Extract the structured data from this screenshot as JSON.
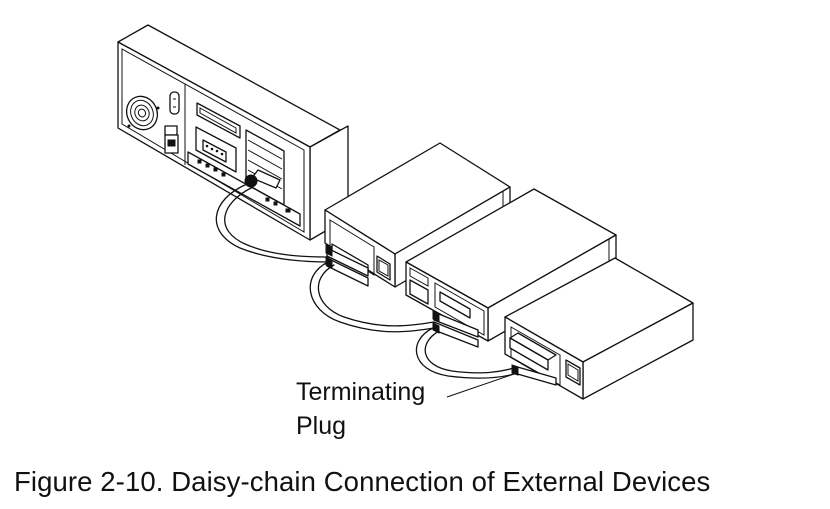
{
  "figure": {
    "caption": "Figure 2-10. Daisy-chain Connection of External Devices",
    "callouts": [
      {
        "line1": "Terminating",
        "line2": "Plug"
      }
    ],
    "components": [
      "system-unit",
      "external-device-1",
      "external-device-2",
      "external-device-3",
      "daisy-chain-cables",
      "terminating-plug"
    ],
    "line_color": "#111111",
    "background": "#ffffff"
  }
}
